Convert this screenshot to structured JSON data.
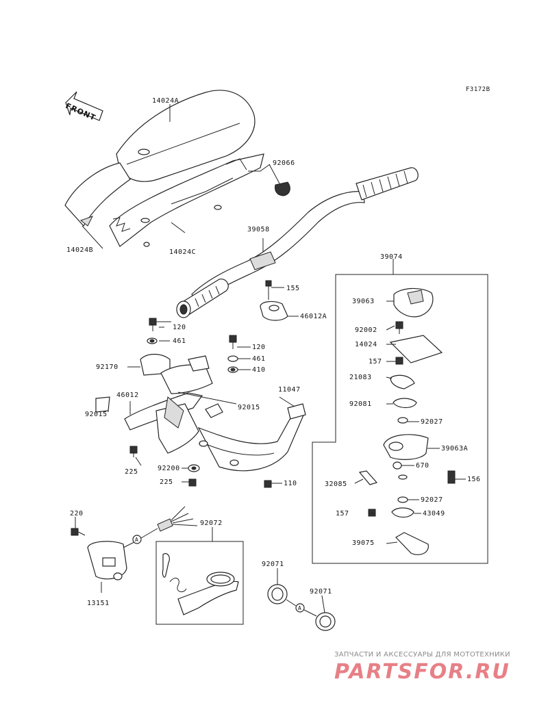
{
  "figure_code": "F3172B",
  "front_label": "FRONT",
  "labels": {
    "p14024A": "14024A",
    "p92066": "92066",
    "p14024B": "14024B",
    "p14024C": "14024C",
    "p39058": "39058",
    "p39074": "39074",
    "p155": "155",
    "p46012A": "46012A",
    "p39063": "39063",
    "p92002": "92002",
    "p14024": "14024",
    "p157a": "157",
    "p21083": "21083",
    "p92081": "92081",
    "p92027a": "92027",
    "p39063A": "39063A",
    "p670": "670",
    "p32085": "32085",
    "p92027b": "92027",
    "p156": "156",
    "p157b": "157",
    "p43049": "43049",
    "p39075": "39075",
    "p120a": "120",
    "p461a": "461",
    "p120b": "120",
    "p461b": "461",
    "p410": "410",
    "p92170": "92170",
    "p11047": "11047",
    "p46012": "46012",
    "p92015a": "92015",
    "p92015b": "92015",
    "p225a": "225",
    "p92200": "92200",
    "p225b": "225",
    "p110": "110",
    "p220": "220",
    "p92072": "92072",
    "p92071a": "92071",
    "p92071b": "92071",
    "p13151": "13151",
    "connectorA1": "A",
    "connectorA2": "A"
  },
  "watermark": {
    "caption": "ЗАПЧАСТИ И АКСЕССУАРЫ ДЛЯ МОТОТЕХНИКИ",
    "brand": "PARTSFOR.RU"
  }
}
